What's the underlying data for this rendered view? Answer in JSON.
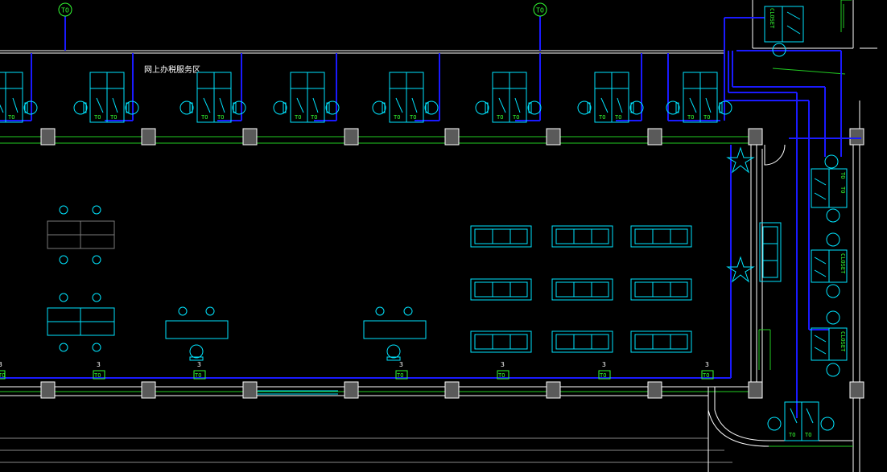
{
  "plan": {
    "zone_label": "网上办税服务区",
    "outlet_tag": "TO",
    "circuit_number": "3",
    "closet_tag": "CLOSET",
    "colors": {
      "background": "#000000",
      "cable": "#1a1aff",
      "furniture": "#00e5ff",
      "outlet_text": "#33ff33",
      "wall": "#ffffff",
      "column": "#5a5a5a",
      "wall_finish": "#22cc22",
      "table_grey": "#7a7a7a"
    }
  }
}
